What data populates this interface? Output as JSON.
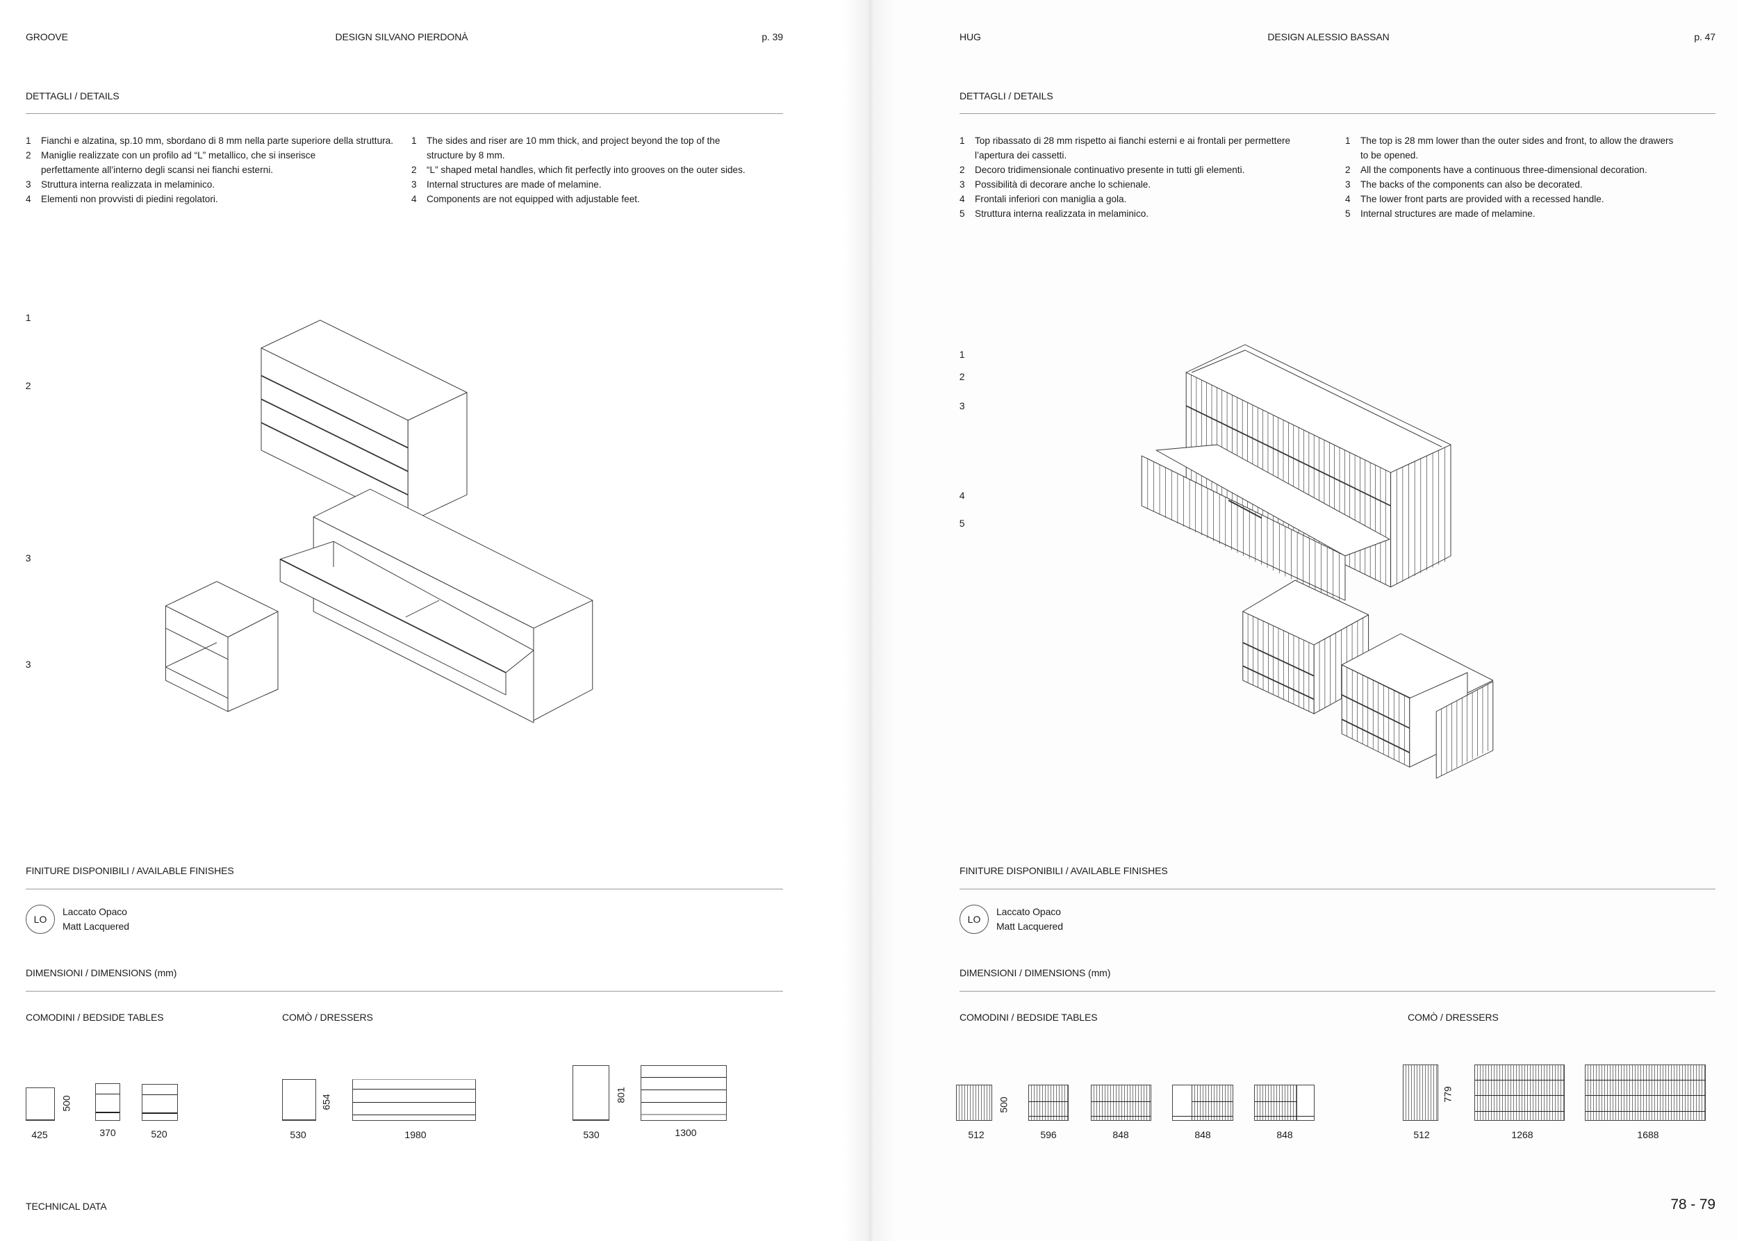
{
  "left": {
    "header": {
      "product": "GROOVE",
      "designer": "DESIGN SILVANO PIERDONÀ",
      "page": "p. 39"
    },
    "details_title": "DETTAGLI / DETAILS",
    "details_it": [
      {
        "n": "1",
        "text": "Fianchi e alzatina, sp.10 mm, sbordano di 8 mm nella parte superiore della struttura."
      },
      {
        "n": "2",
        "text": "Maniglie realizzate con un profilo ad “L” metallico, che si inserisce"
      },
      {
        "n": "",
        "text": "perfettamente all’interno degli scansi nei fianchi esterni."
      },
      {
        "n": "3",
        "text": "Struttura interna realizzata in melaminico."
      },
      {
        "n": "4",
        "text": "Elementi non provvisti di piedini regolatori."
      }
    ],
    "details_en": [
      {
        "n": "1",
        "text": "The sides and riser are 10 mm thick, and project beyond the top of the"
      },
      {
        "n": "",
        "text": "structure by 8 mm."
      },
      {
        "n": "2",
        "text": "“L” shaped metal handles, which fit perfectly into grooves on the outer sides."
      },
      {
        "n": "3",
        "text": "Internal structures are made of melamine."
      },
      {
        "n": "4",
        "text": "Components are not equipped with adjustable feet."
      }
    ],
    "callouts": [
      "1",
      "2",
      "3",
      "3"
    ],
    "finishes_title": "FINITURE DISPONIBILI / AVAILABLE FINISHES",
    "finish": {
      "code": "LO",
      "it": "Laccato Opaco",
      "en": "Matt Lacquered"
    },
    "dimensions_title": "DIMENSIONI / DIMENSIONS (mm)",
    "bedside_title": "COMODINI / BEDSIDE TABLES",
    "dressers_title": "COMÒ / DRESSERS",
    "bedside": {
      "height": "500",
      "widths": [
        "425",
        "370",
        "520"
      ]
    },
    "dresser_a": {
      "height": "654",
      "widths": [
        "530",
        "1980"
      ]
    },
    "dresser_b": {
      "height": "801",
      "widths": [
        "530",
        "1300"
      ]
    },
    "footer": "TECHNICAL DATA"
  },
  "right": {
    "header": {
      "product": "HUG",
      "designer": "DESIGN ALESSIO BASSAN",
      "page": "p. 47"
    },
    "details_title": "DETTAGLI / DETAILS",
    "details_it": [
      {
        "n": "1",
        "text": "Top ribassato di 28 mm rispetto ai fianchi esterni e ai frontali per permettere"
      },
      {
        "n": "",
        "text": "l’apertura dei cassetti."
      },
      {
        "n": "2",
        "text": "Decoro tridimensionale continuativo presente in tutti gli elementi."
      },
      {
        "n": "3",
        "text": "Possibilità di decorare anche lo schienale."
      },
      {
        "n": "4",
        "text": "Frontali inferiori con maniglia a gola."
      },
      {
        "n": "5",
        "text": "Struttura interna realizzata in melaminico."
      }
    ],
    "details_en": [
      {
        "n": "1",
        "text": "The top is 28 mm lower than the outer sides and front, to allow the drawers"
      },
      {
        "n": "",
        "text": "to be opened."
      },
      {
        "n": "2",
        "text": "All the components have a continuous three-dimensional decoration."
      },
      {
        "n": "3",
        "text": "The backs of the components can also be decorated."
      },
      {
        "n": "4",
        "text": "The lower front parts are provided with a recessed handle."
      },
      {
        "n": "5",
        "text": "Internal structures are made of melamine."
      }
    ],
    "callouts": [
      "1",
      "2",
      "3",
      "4",
      "5"
    ],
    "finishes_title": "FINITURE DISPONIBILI / AVAILABLE FINISHES",
    "finish": {
      "code": "LO",
      "it": "Laccato Opaco",
      "en": "Matt Lacquered"
    },
    "dimensions_title": "DIMENSIONI / DIMENSIONS (mm)",
    "bedside_title": "COMODINI / BEDSIDE TABLES",
    "dressers_title": "COMÒ / DRESSERS",
    "bedside": {
      "height": "500",
      "widths": [
        "512",
        "596",
        "848",
        "848",
        "848"
      ]
    },
    "dresser": {
      "height": "779",
      "widths": [
        "512",
        "1268",
        "1688"
      ]
    },
    "spread_pages": "78 - 79"
  }
}
